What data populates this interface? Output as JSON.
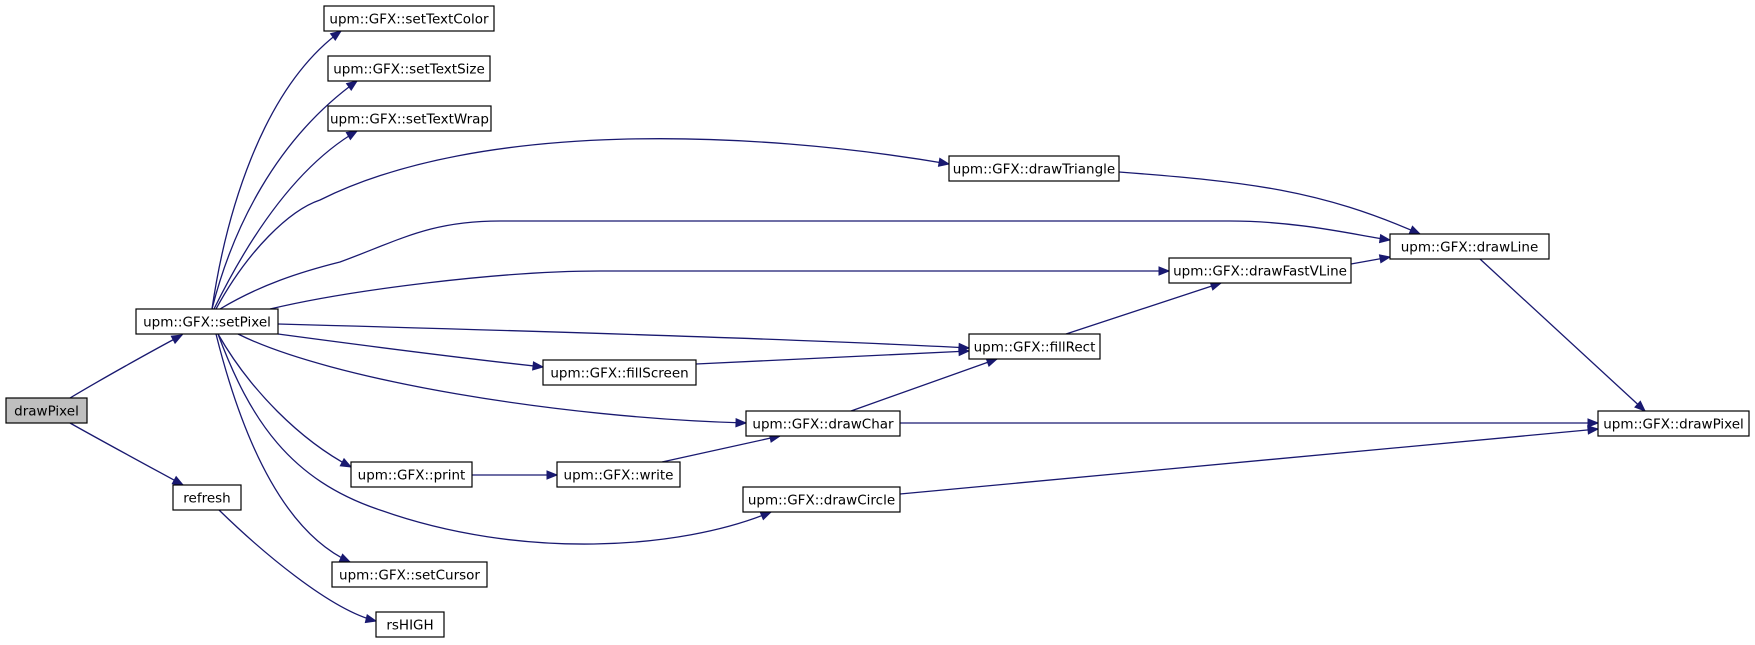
{
  "graph": {
    "nodes": [
      {
        "id": "drawPixel_root",
        "label": "drawPixel",
        "root": true
      },
      {
        "id": "setPixel",
        "label": "upm::GFX::setPixel"
      },
      {
        "id": "refresh",
        "label": "refresh"
      },
      {
        "id": "setTextColor",
        "label": "upm::GFX::setTextColor"
      },
      {
        "id": "setTextSize",
        "label": "upm::GFX::setTextSize"
      },
      {
        "id": "setTextWrap",
        "label": "upm::GFX::setTextWrap"
      },
      {
        "id": "drawTriangle",
        "label": "upm::GFX::drawTriangle"
      },
      {
        "id": "drawLine",
        "label": "upm::GFX::drawLine"
      },
      {
        "id": "drawFastVLine",
        "label": "upm::GFX::drawFastVLine"
      },
      {
        "id": "fillRect",
        "label": "upm::GFX::fillRect"
      },
      {
        "id": "fillScreen",
        "label": "upm::GFX::fillScreen"
      },
      {
        "id": "drawChar",
        "label": "upm::GFX::drawChar"
      },
      {
        "id": "drawPixel_gfx",
        "label": "upm::GFX::drawPixel"
      },
      {
        "id": "print",
        "label": "upm::GFX::print"
      },
      {
        "id": "write",
        "label": "upm::GFX::write"
      },
      {
        "id": "drawCircle",
        "label": "upm::GFX::drawCircle"
      },
      {
        "id": "setCursor",
        "label": "upm::GFX::setCursor"
      },
      {
        "id": "rsHIGH",
        "label": "rsHIGH"
      }
    ],
    "edges": [
      {
        "from": "drawPixel_root",
        "to": "setPixel"
      },
      {
        "from": "drawPixel_root",
        "to": "refresh"
      },
      {
        "from": "setPixel",
        "to": "setTextColor"
      },
      {
        "from": "setPixel",
        "to": "setTextSize"
      },
      {
        "from": "setPixel",
        "to": "setTextWrap"
      },
      {
        "from": "setPixel",
        "to": "drawTriangle"
      },
      {
        "from": "setPixel",
        "to": "drawLine"
      },
      {
        "from": "setPixel",
        "to": "drawFastVLine"
      },
      {
        "from": "setPixel",
        "to": "fillRect"
      },
      {
        "from": "setPixel",
        "to": "fillScreen"
      },
      {
        "from": "setPixel",
        "to": "drawChar"
      },
      {
        "from": "setPixel",
        "to": "print"
      },
      {
        "from": "setPixel",
        "to": "drawCircle"
      },
      {
        "from": "setPixel",
        "to": "setCursor"
      },
      {
        "from": "refresh",
        "to": "rsHIGH"
      },
      {
        "from": "drawTriangle",
        "to": "drawLine"
      },
      {
        "from": "drawFastVLine",
        "to": "drawLine"
      },
      {
        "from": "drawLine",
        "to": "drawPixel_gfx"
      },
      {
        "from": "fillRect",
        "to": "drawFastVLine"
      },
      {
        "from": "fillScreen",
        "to": "fillRect"
      },
      {
        "from": "drawChar",
        "to": "fillRect"
      },
      {
        "from": "drawChar",
        "to": "drawPixel_gfx"
      },
      {
        "from": "print",
        "to": "write"
      },
      {
        "from": "write",
        "to": "drawChar"
      },
      {
        "from": "drawCircle",
        "to": "drawPixel_gfx"
      }
    ],
    "colors": {
      "edge": "#191970",
      "root_fill": "#bfbfbf",
      "node_fill": "#ffffff",
      "node_stroke": "#000000"
    }
  }
}
